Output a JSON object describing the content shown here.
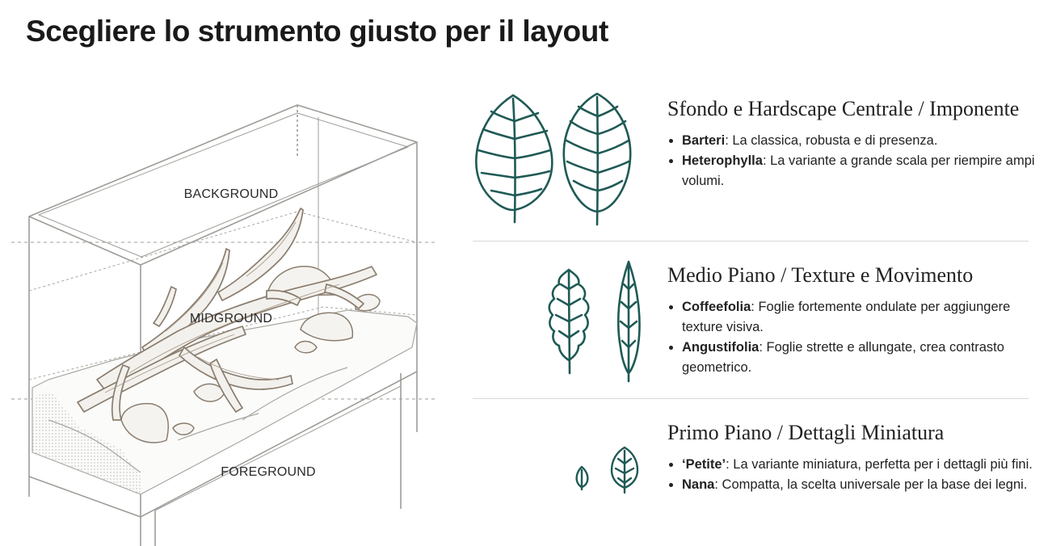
{
  "title": "Scegliere lo strumento giusto per il layout",
  "diagram": {
    "zones": [
      "BACKGROUND",
      "MIDGROUND",
      "FOREGROUND"
    ]
  },
  "sections": [
    {
      "heading": "Sfondo e Hardscape Centrale / Imponente",
      "items": [
        {
          "name": "Barteri",
          "sep": ": ",
          "text": "La classica, robusta e di presenza."
        },
        {
          "name": "Heterophylla",
          "sep": ": ",
          "text": "La variante a grande scala per riempire ampi volumi."
        }
      ]
    },
    {
      "heading": "Medio Piano / Texture e Movimento",
      "items": [
        {
          "name": "Coffeefolia",
          "sep": ": ",
          "text": "Foglie fortemente ondulate per aggiungere texture visiva."
        },
        {
          "name": "Angustifolia",
          "sep": ": ",
          "text": "Foglie strette e allungate, crea contrasto geometrico."
        }
      ]
    },
    {
      "heading": "Primo Piano / Dettagli Miniatura",
      "items": [
        {
          "name": "‘Petite’",
          "sep": ": ",
          "text": "La variante miniatura, perfetta per i dettagli più fini."
        },
        {
          "name": "Nana",
          "sep": ": ",
          "text": "Compatta, la scelta universale per la base dei legni."
        }
      ]
    }
  ],
  "colors": {
    "leaf": "#1f5a55",
    "wood": "#8a7d6e",
    "tank_line": "#9d9d98",
    "divider": "#d9d9d5"
  }
}
